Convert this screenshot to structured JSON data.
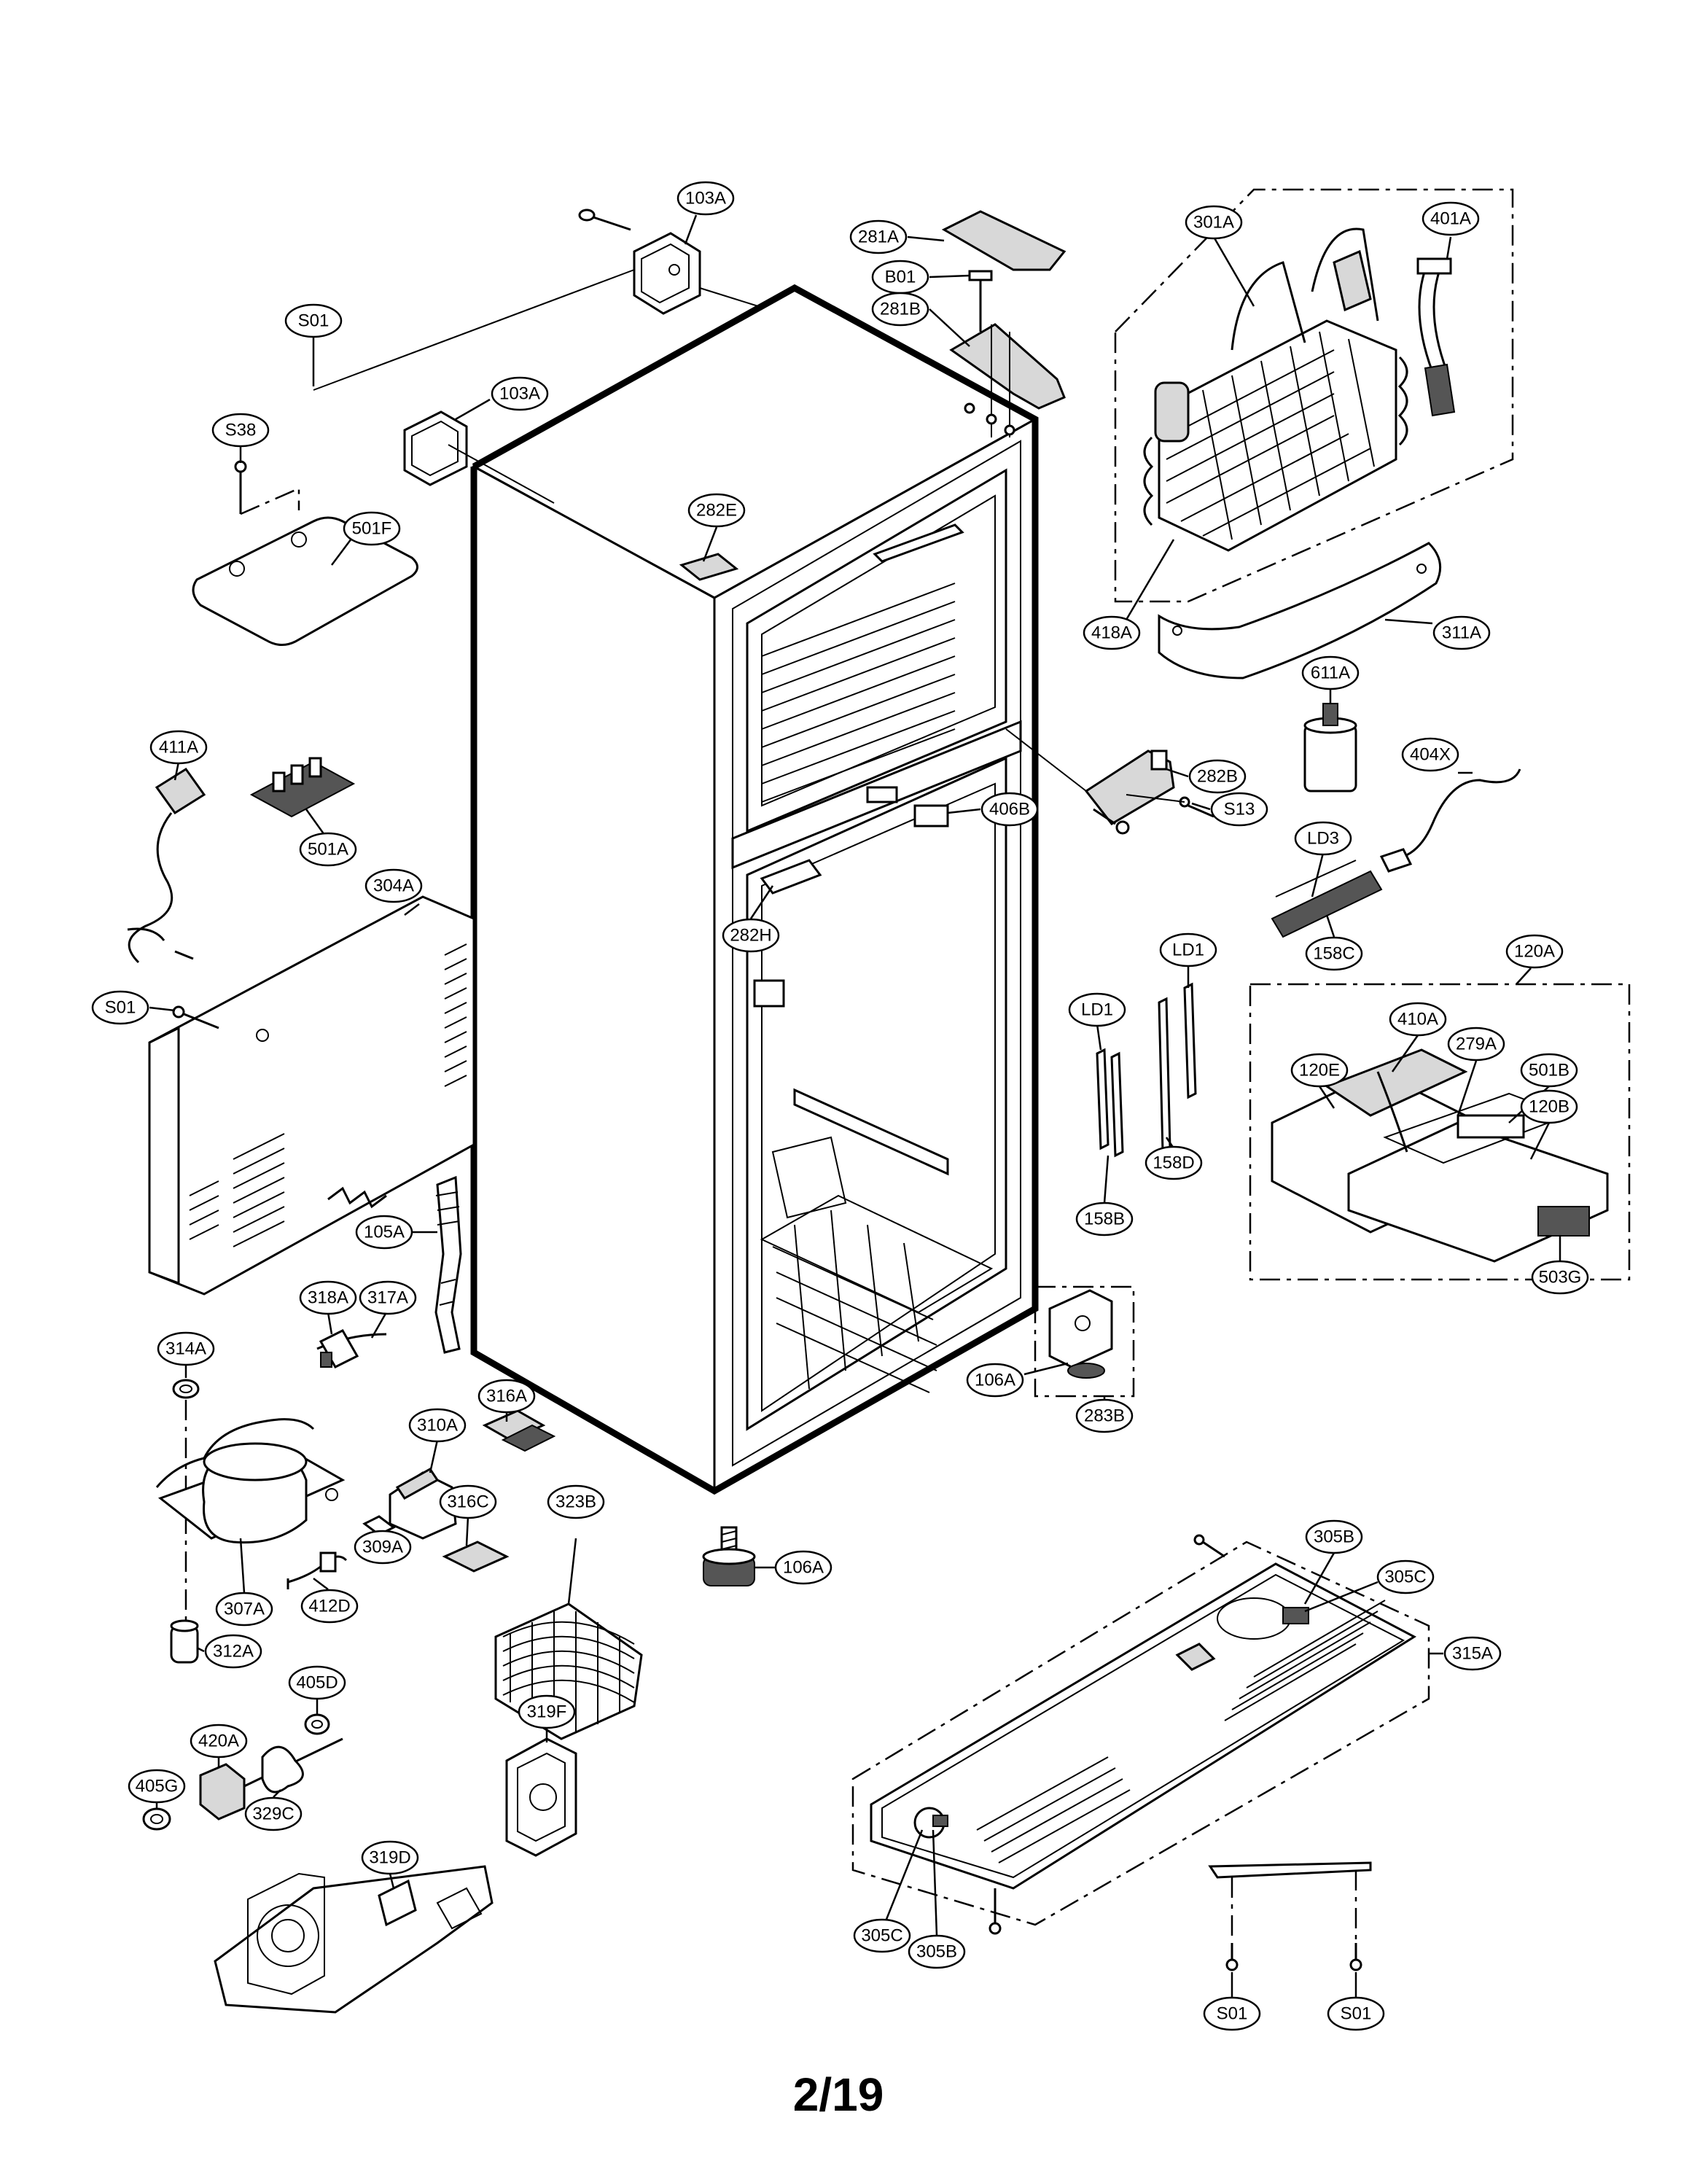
{
  "page_number": "2/19",
  "callouts": [
    {
      "id": "c01",
      "text": "103A"
    },
    {
      "id": "c02",
      "text": "S01"
    },
    {
      "id": "c03",
      "text": "103A"
    },
    {
      "id": "c04",
      "text": "S38"
    },
    {
      "id": "c05",
      "text": "501F"
    },
    {
      "id": "c06",
      "text": "281A"
    },
    {
      "id": "c07",
      "text": "B01"
    },
    {
      "id": "c08",
      "text": "281B"
    },
    {
      "id": "c09",
      "text": "301A"
    },
    {
      "id": "c10",
      "text": "401A"
    },
    {
      "id": "c11",
      "text": "282E"
    },
    {
      "id": "c12",
      "text": "418A"
    },
    {
      "id": "c13",
      "text": "311A"
    },
    {
      "id": "c14",
      "text": "611A"
    },
    {
      "id": "c15",
      "text": "411A"
    },
    {
      "id": "c16",
      "text": "501A"
    },
    {
      "id": "c17",
      "text": "282B"
    },
    {
      "id": "c18",
      "text": "S13"
    },
    {
      "id": "c19",
      "text": "406B"
    },
    {
      "id": "c20",
      "text": "404X"
    },
    {
      "id": "c21",
      "text": "LD3"
    },
    {
      "id": "c22",
      "text": "304A"
    },
    {
      "id": "c23",
      "text": "282H"
    },
    {
      "id": "c24",
      "text": "158C"
    },
    {
      "id": "c25",
      "text": "LD1"
    },
    {
      "id": "c26",
      "text": "120A"
    },
    {
      "id": "c27",
      "text": "S01"
    },
    {
      "id": "c28",
      "text": "LD1"
    },
    {
      "id": "c29",
      "text": "120E"
    },
    {
      "id": "c30",
      "text": "410A"
    },
    {
      "id": "c31",
      "text": "279A"
    },
    {
      "id": "c32",
      "text": "501B"
    },
    {
      "id": "c33",
      "text": "120B"
    },
    {
      "id": "c34",
      "text": "158D"
    },
    {
      "id": "c35",
      "text": "105A"
    },
    {
      "id": "c36",
      "text": "158B"
    },
    {
      "id": "c37",
      "text": "503G"
    },
    {
      "id": "c38",
      "text": "318A"
    },
    {
      "id": "c39",
      "text": "317A"
    },
    {
      "id": "c40",
      "text": "106A"
    },
    {
      "id": "c41",
      "text": "314A"
    },
    {
      "id": "c42",
      "text": "283B"
    },
    {
      "id": "c43",
      "text": "316A"
    },
    {
      "id": "c44",
      "text": "310A"
    },
    {
      "id": "c45",
      "text": "316C"
    },
    {
      "id": "c46",
      "text": "323B"
    },
    {
      "id": "c47",
      "text": "309A"
    },
    {
      "id": "c48",
      "text": "106A"
    },
    {
      "id": "c49",
      "text": "307A"
    },
    {
      "id": "c50",
      "text": "412D"
    },
    {
      "id": "c51",
      "text": "305B"
    },
    {
      "id": "c52",
      "text": "305C"
    },
    {
      "id": "c53",
      "text": "312A"
    },
    {
      "id": "c54",
      "text": "315A"
    },
    {
      "id": "c55",
      "text": "405D"
    },
    {
      "id": "c56",
      "text": "420A"
    },
    {
      "id": "c57",
      "text": "319F"
    },
    {
      "id": "c58",
      "text": "405G"
    },
    {
      "id": "c59",
      "text": "329C"
    },
    {
      "id": "c60",
      "text": "319D"
    },
    {
      "id": "c61",
      "text": "305C"
    },
    {
      "id": "c62",
      "text": "305B"
    },
    {
      "id": "c63",
      "text": "S01"
    },
    {
      "id": "c64",
      "text": "S01"
    }
  ]
}
